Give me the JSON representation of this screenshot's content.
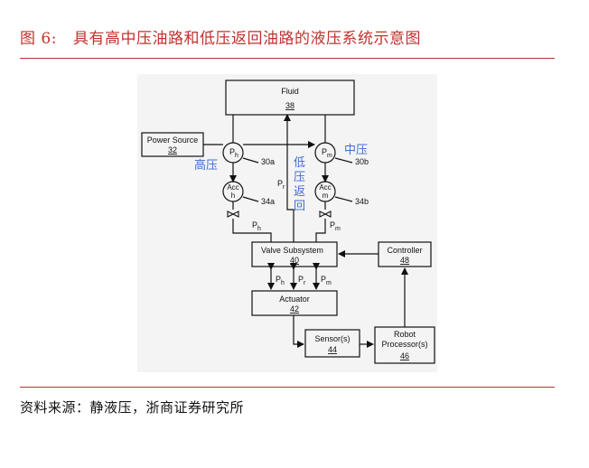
{
  "figure": {
    "number": "图 6:",
    "title": "具有高中压油路和低压返回油路的液压系统示意图",
    "source": "资料来源：静液压，浙商证券研究所"
  },
  "diagram": {
    "fluid": {
      "label": "Fluid",
      "ref": "38"
    },
    "power_source": {
      "label": "Power Source",
      "ref": "32"
    },
    "pump_high": {
      "main": "P",
      "sub": "h",
      "ref": "30a"
    },
    "pump_mid": {
      "main": "P",
      "sub": "m",
      "ref": "30b"
    },
    "acc_high": {
      "top": "Acc",
      "sub": "h",
      "ref": "34a"
    },
    "acc_mid": {
      "top": "Acc",
      "sub": "m",
      "ref": "34b"
    },
    "line_high": {
      "main": "P",
      "sub": "h"
    },
    "line_mid": {
      "main": "P",
      "sub": "m"
    },
    "line_return": {
      "main": "P",
      "sub": "r"
    },
    "bus_high": {
      "main": "P",
      "sub": "h"
    },
    "bus_return": {
      "main": "P",
      "sub": "r"
    },
    "bus_mid": {
      "main": "P",
      "sub": "m"
    },
    "valve": {
      "label": "Valve Subsystem",
      "ref": "40"
    },
    "controller": {
      "label": "Controller",
      "ref": "48"
    },
    "actuator": {
      "label": "Actuator",
      "ref": "42"
    },
    "sensor": {
      "label": "Sensor(s)",
      "ref": "44"
    },
    "robot": {
      "line1": "Robot",
      "line2": "Processor(s)",
      "ref": "46"
    },
    "annotations": {
      "high": "高压",
      "mid": "中压",
      "low": [
        "低",
        "压",
        "返",
        "回"
      ]
    }
  }
}
